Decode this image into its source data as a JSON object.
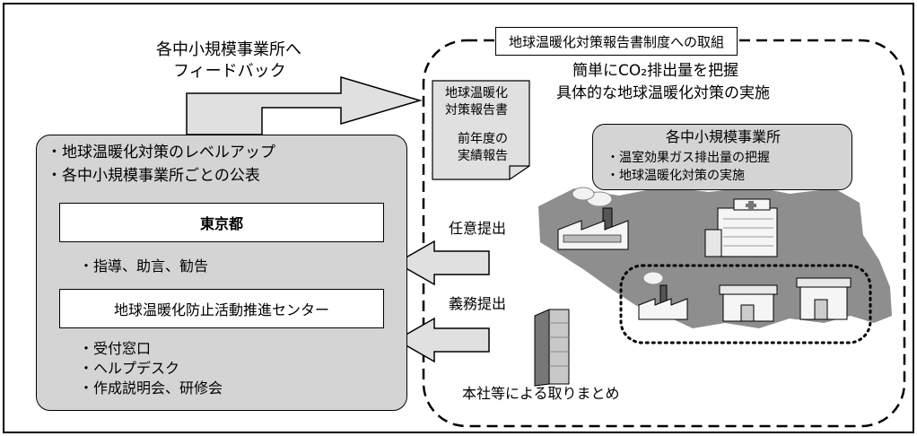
{
  "feedback": {
    "line1": "各中小規模事業所へ",
    "line2": "フィードバック"
  },
  "left_panel": {
    "bullet1": "・地球温暖化対策のレベルアップ",
    "bullet2": "・各中小規模事業所ごとの公表",
    "tokyo": "東京都",
    "tokyo_role": "・指導、助言、勧告",
    "center": "地球温暖化防止活動推進センター",
    "center_roles": [
      "・受付窓口",
      "・ヘルプデスク",
      "・作成説明会、研修会"
    ]
  },
  "right_panel": {
    "title": "地球温暖化対策報告書制度への取組",
    "headline1": "簡単にCO₂排出量を把握",
    "headline2": "具体的な地球温暖化対策の実施",
    "report_doc": [
      "地球温暖化",
      "対策報告書",
      "",
      "前年度の",
      "実績報告"
    ],
    "business_title": "各中小規模事業所",
    "business_items": [
      "・温室効果ガス排出量の把握",
      "・地球温暖化対策の実施"
    ],
    "voluntary": "任意提出",
    "mandatory": "義務提出",
    "hq_summary": "本社等による取りまとめ"
  },
  "colors": {
    "panel_gray": "#d4d4d4",
    "arrow_gray": "#e0e0e0",
    "map_gray": "#8e8e8e",
    "border": "#000000"
  }
}
